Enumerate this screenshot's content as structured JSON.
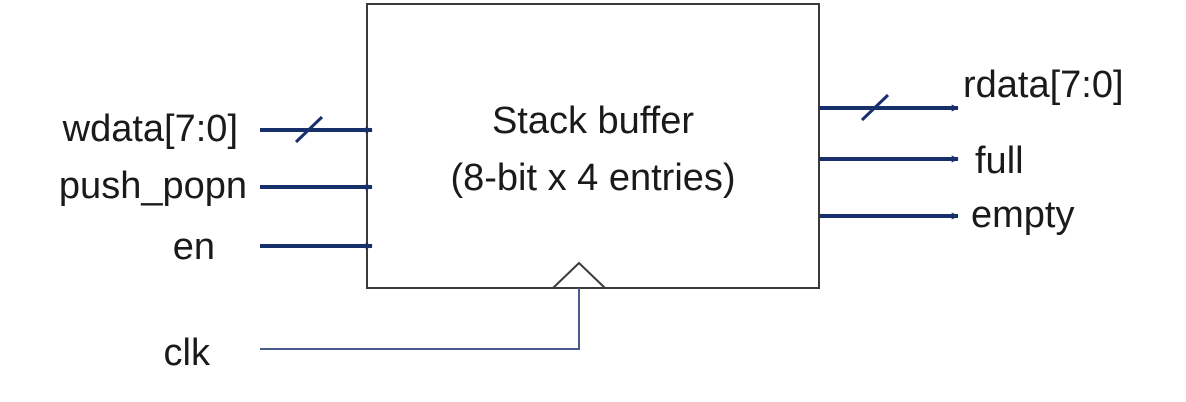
{
  "block": {
    "title": "Stack buffer",
    "subtitle": "(8-bit x 4 entries)"
  },
  "inputs": [
    {
      "name": "wdata[7:0]",
      "bus": true
    },
    {
      "name": "push_popn",
      "bus": false
    },
    {
      "name": "en",
      "bus": false
    }
  ],
  "clock": {
    "name": "clk"
  },
  "outputs": [
    {
      "name": "rdata[7:0]",
      "bus": true
    },
    {
      "name": "full",
      "bus": false
    },
    {
      "name": "empty",
      "bus": false
    }
  ],
  "colors": {
    "signal": "#17306b",
    "clock_line": "#4a5a8a",
    "block_border": "#3a3a3a",
    "text": "#1a1a1a"
  }
}
